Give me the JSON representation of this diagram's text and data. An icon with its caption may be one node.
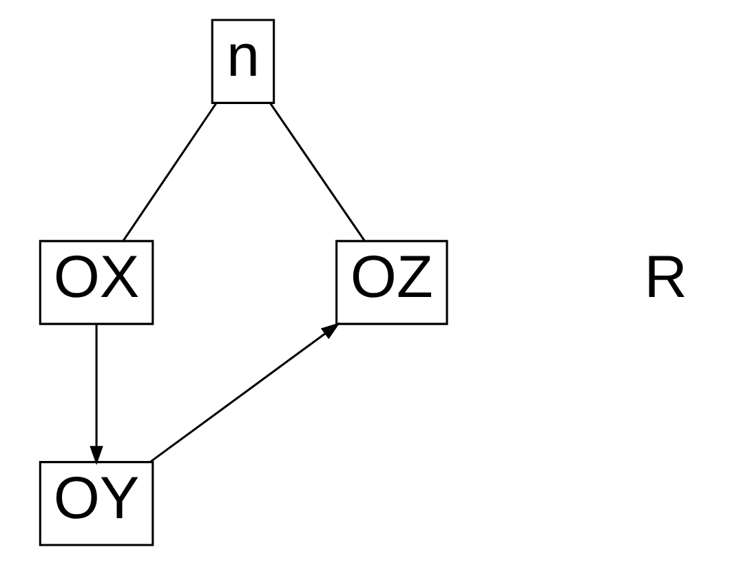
{
  "diagram": {
    "nodes": [
      {
        "text": [
          "n"
        ]
      },
      {
        "text": [
          "OX"
        ]
      },
      {
        "text": [
          "OZ"
        ]
      },
      {
        "text": [
          "OY"
        ]
      }
    ],
    "edges": [
      {
        "from": 0,
        "to": 1,
        "arrow": "none"
      },
      {
        "from": 0,
        "to": 2,
        "arrow": "none"
      },
      {
        "from": 1,
        "to": 3,
        "arrow": "to"
      },
      {
        "from": 3,
        "to": 2,
        "arrow": "to"
      }
    ],
    "labels": [
      "R"
    ]
  }
}
